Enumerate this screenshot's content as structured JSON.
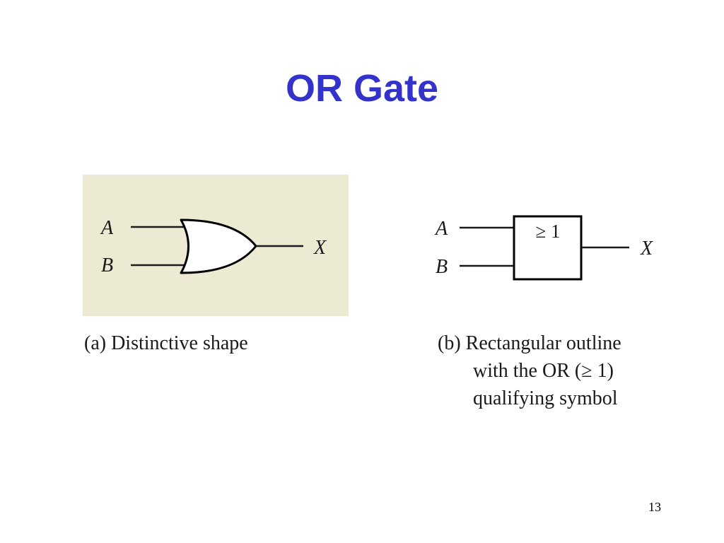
{
  "slide": {
    "title": "OR Gate",
    "title_color": "#3333cc",
    "page_number": "13"
  },
  "figure_a": {
    "background_color": "#ecead2",
    "input_a": "A",
    "input_b": "B",
    "output": "X",
    "caption": "(a)  Distinctive shape"
  },
  "figure_b": {
    "input_a": "A",
    "input_b": "B",
    "output": "X",
    "qualifier": "≥ 1",
    "caption_lines": [
      "(b)  Rectangular outline",
      "with the OR (≥ 1)",
      "qualifying symbol"
    ]
  }
}
